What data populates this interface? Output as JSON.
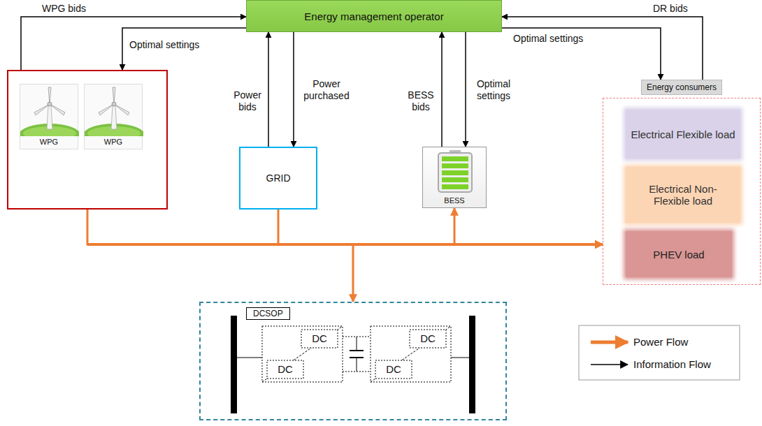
{
  "diagram": {
    "nodes": [
      {
        "text": [
          "Energy management operator"
        ]
      },
      {
        "text": []
      },
      {
        "text": [
          "WPG"
        ],
        "in": 1
      },
      {
        "text": [
          "WPG"
        ],
        "in": 1
      },
      {
        "text": [
          "GRID"
        ]
      },
      {
        "text": [
          "BESS"
        ]
      },
      {
        "text": [
          "Energy consumers"
        ]
      },
      {
        "text": [
          "Electrical Flexible load"
        ],
        "in": 6
      },
      {
        "text": [
          "Electrical Non- Flexible load"
        ],
        "in": 6
      },
      {
        "text": [
          "PHEV load"
        ],
        "in": 6
      },
      {
        "text": [
          "DCSOP"
        ]
      }
    ],
    "edges": [
      {
        "from": 1,
        "to": 0,
        "label": "WPG bids",
        "arrow": "to"
      },
      {
        "from": 0,
        "to": 1,
        "label": "Optimal settings",
        "arrow": "to"
      },
      {
        "from": 4,
        "to": 0,
        "label": "Power bids",
        "arrow": "to"
      },
      {
        "from": 0,
        "to": 4,
        "label": "Power purchased",
        "arrow": "to"
      },
      {
        "from": 5,
        "to": 0,
        "label": "BESS bids",
        "arrow": "to"
      },
      {
        "from": 0,
        "to": 5,
        "label": "Optimal settings",
        "arrow": "to"
      },
      {
        "from": 6,
        "to": 0,
        "label": "DR bids",
        "arrow": "to"
      },
      {
        "from": 0,
        "to": 6,
        "label": "Optimal settings",
        "arrow": "to"
      },
      {
        "from": 1,
        "to": 6,
        "arrow": "to"
      },
      {
        "from": 4,
        "to": 6,
        "arrow": "to"
      },
      {
        "from": 5,
        "to": 6,
        "arrow": "both"
      },
      {
        "from": 10,
        "to": 6,
        "arrow": "both"
      }
    ],
    "labels": [
      "DC",
      "DC",
      "DC",
      "DC"
    ],
    "legend": [
      {
        "text": "Power Flow"
      },
      {
        "text": "Information Flow"
      }
    ]
  }
}
